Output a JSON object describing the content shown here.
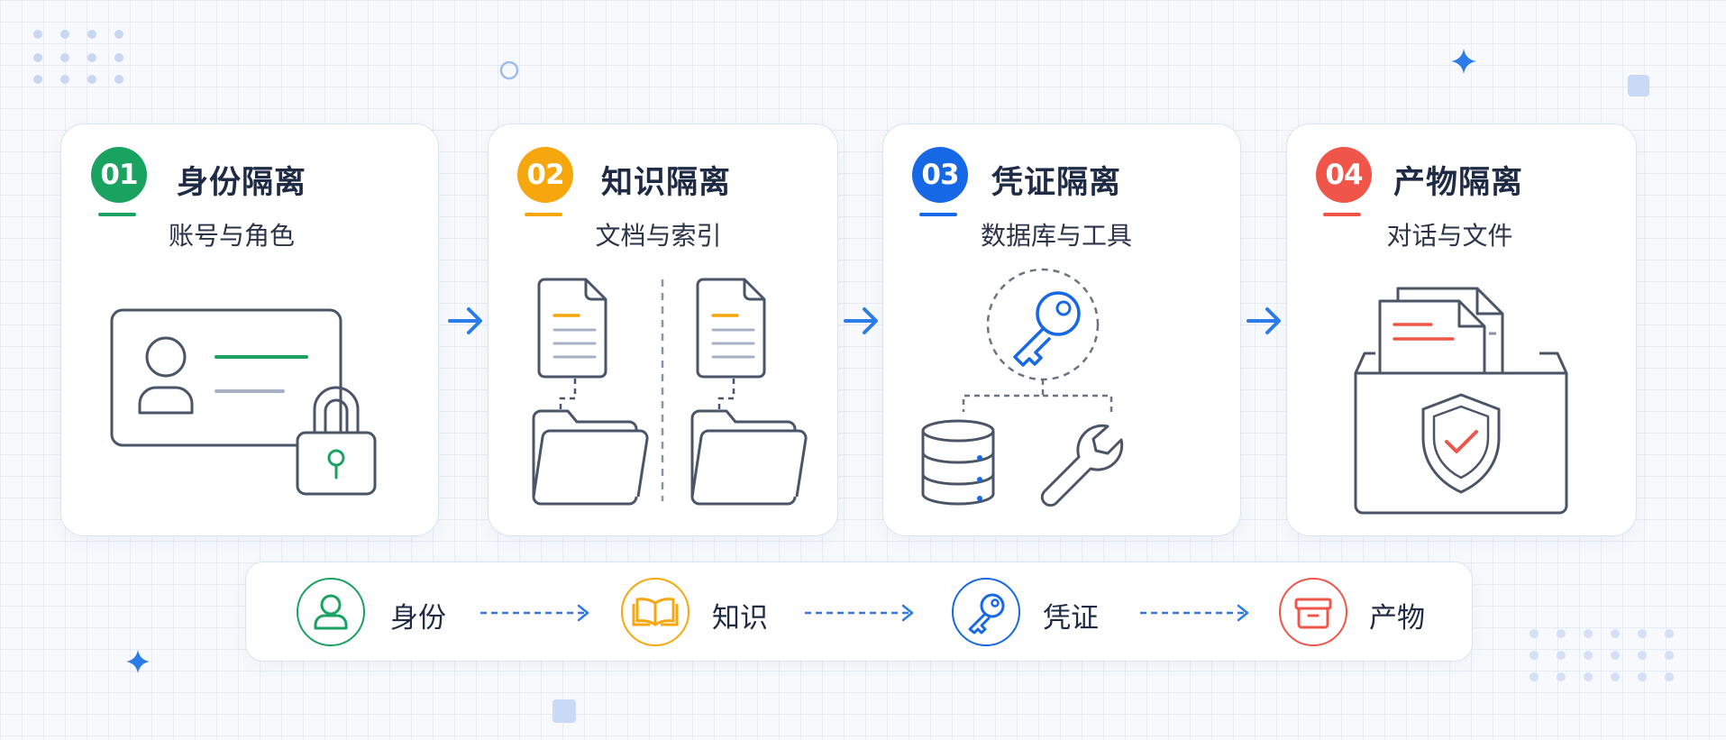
{
  "colors": {
    "green": "#1aa260",
    "orange": "#f5a70d",
    "blue": "#1768e5",
    "red": "#f0554a",
    "outline": "#4a5568",
    "accent_blue": "#2b7be9"
  },
  "cards": [
    {
      "number": "01",
      "title": "身份隔离",
      "subtitle": "账号与角色",
      "icon": "id-card-lock-icon"
    },
    {
      "number": "02",
      "title": "知识隔离",
      "subtitle": "文档与索引",
      "icon": "document-folder-icon"
    },
    {
      "number": "03",
      "title": "凭证隔离",
      "subtitle": "数据库与工具",
      "icon": "key-database-tool-icon"
    },
    {
      "number": "04",
      "title": "产物隔离",
      "subtitle": "对话与文件",
      "icon": "shielded-box-icon"
    }
  ],
  "flow": [
    {
      "label": "身份",
      "icon": "user-icon"
    },
    {
      "label": "知识",
      "icon": "book-icon"
    },
    {
      "label": "凭证",
      "icon": "key-icon"
    },
    {
      "label": "产物",
      "icon": "archive-box-icon"
    }
  ]
}
